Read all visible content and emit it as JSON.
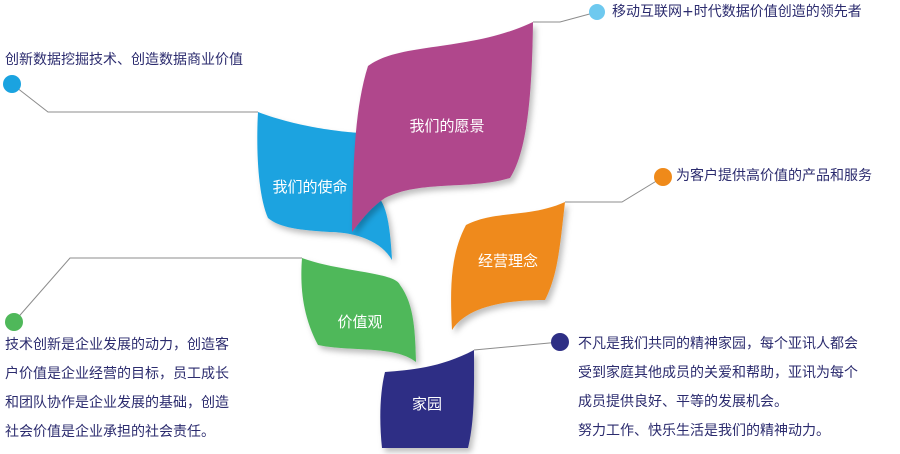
{
  "colors": {
    "vision": "#b0478c",
    "mission": "#1aa3e0",
    "philosophy": "#ef8a1a",
    "values": "#4fb85a",
    "home": "#2e2f85",
    "text": "#2b2b6e",
    "connector": "#8c8c8c"
  },
  "leaves": {
    "vision": "我们的愿景",
    "mission": "我们的使命",
    "philosophy": "经营理念",
    "values": "价值观",
    "home": "家园"
  },
  "callouts": {
    "vision": "移动互联网+时代数据价值创造的领先者",
    "mission": "创新数据挖掘技术、创造数据商业价值",
    "philosophy": "为客户提供高价值的产品和服务",
    "values": [
      "技术创新是企业发展的动力，创造客",
      "户价值是企业经营的目标，员工成长",
      "和团队协作是企业发展的基础，创造",
      "社会价值是企业承担的社会责任。"
    ],
    "home": [
      "不凡是我们共同的精神家园，每个亚讯人都会",
      "受到家庭其他成员的关爱和帮助，亚讯为每个",
      "成员提供良好、平等的发展机会。",
      "努力工作、快乐生活是我们的精神动力。"
    ]
  }
}
